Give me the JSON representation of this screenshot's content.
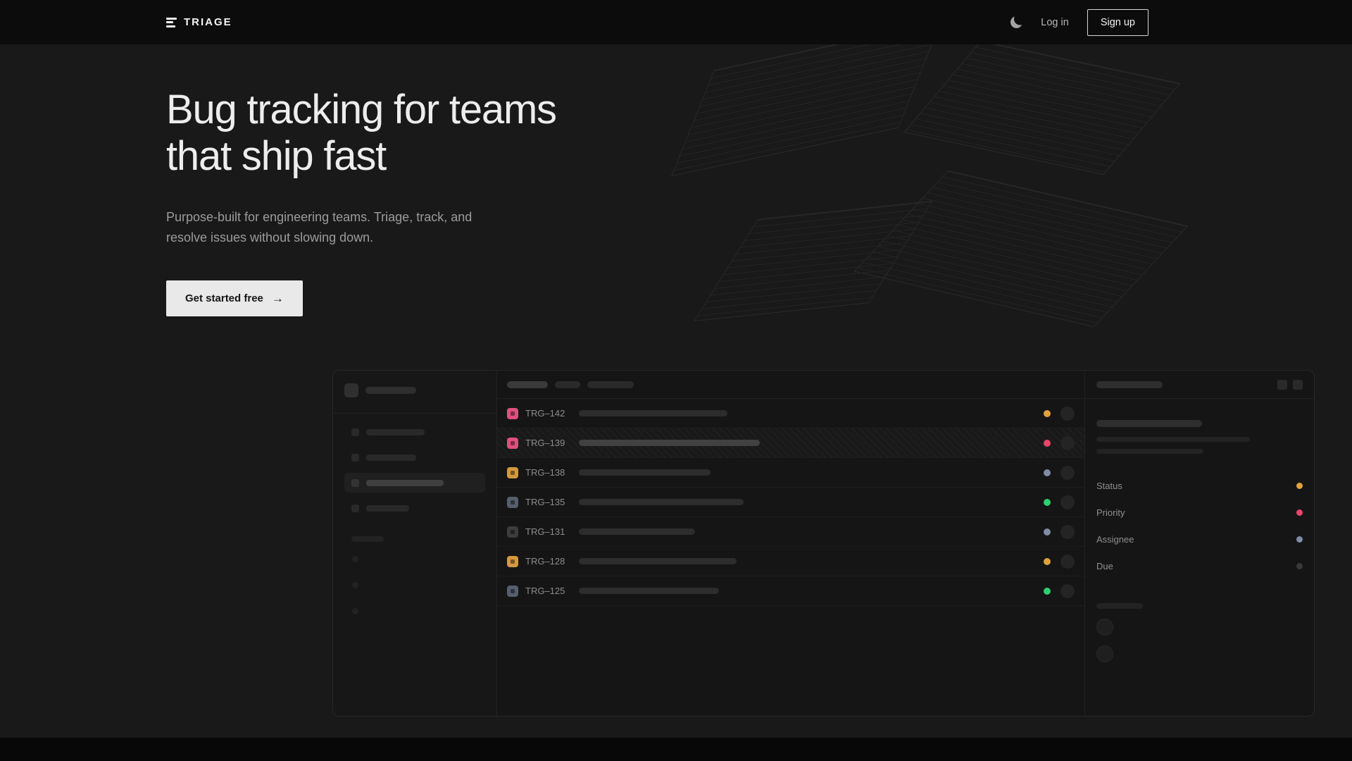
{
  "nav": {
    "brand": "TRIAGE",
    "login_label": "Log in",
    "signup_label": "Sign up"
  },
  "hero": {
    "title_lines": [
      "Bug tracking for teams",
      "that ship fast"
    ],
    "subtitle_lines": [
      "Purpose-built for engineering teams. Triage, track, and",
      "resolve issues without slowing down."
    ],
    "cta_label": "Get started free",
    "cta_arrow": "→"
  },
  "mockup": {
    "tabs": [
      {
        "w": 58,
        "active": true
      },
      {
        "w": 36,
        "active": false
      },
      {
        "w": 66,
        "active": false
      }
    ],
    "sidebar": {
      "items": [
        {
          "w": 83,
          "active": false
        },
        {
          "w": 71,
          "active": false
        },
        {
          "w": 110,
          "active": true
        },
        {
          "w": 61,
          "active": false
        }
      ]
    },
    "issues": [
      {
        "id": "TRG–142",
        "icon": "#e0507f",
        "dot": "#dfa23f",
        "bar": 211,
        "highlight": false
      },
      {
        "id": "TRG–139",
        "icon": "#e0507f",
        "dot": "#e8466b",
        "bar": 257,
        "highlight": true
      },
      {
        "id": "TRG–138",
        "icon": "#d3993e",
        "dot": "#7f8ca6",
        "bar": 187,
        "highlight": false
      },
      {
        "id": "TRG–135",
        "icon": "#555f6e",
        "dot": "#2ecf6e",
        "bar": 234,
        "highlight": false
      },
      {
        "id": "TRG–131",
        "icon": "#3d3d3d",
        "dot": "#7f8ca6",
        "bar": 165,
        "highlight": false
      },
      {
        "id": "TRG–128",
        "icon": "#d3993e",
        "dot": "#dfa23f",
        "bar": 224,
        "highlight": false
      },
      {
        "id": "TRG–125",
        "icon": "#555f6e",
        "dot": "#2ecf6e",
        "bar": 199,
        "highlight": false
      }
    ],
    "detail": {
      "fields": [
        {
          "label": "Status",
          "dot": "#dfa23f"
        },
        {
          "label": "Priority",
          "dot": "#e8466b"
        },
        {
          "label": "Assignee",
          "dot": "#7f8ca6"
        },
        {
          "label": "Due",
          "dot": "#3a3a3a"
        }
      ]
    }
  }
}
